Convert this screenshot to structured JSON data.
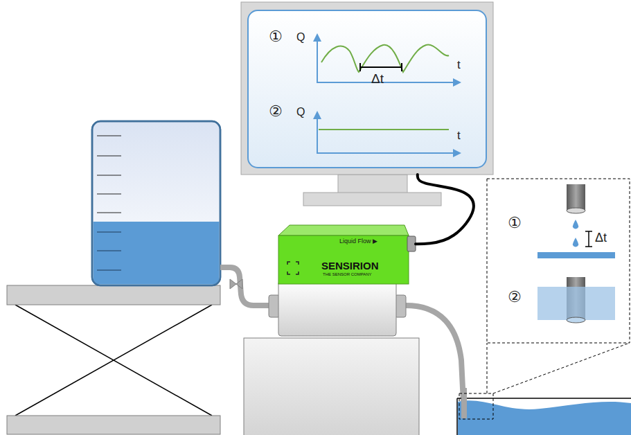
{
  "diagram": {
    "nodes": [
      {
        "text": [
          "①",
          "Q",
          "Δt",
          "t",
          "②",
          "Q",
          "t"
        ]
      },
      {
        "text": [
          "Liquid Flow ▶",
          "SENSIRION",
          "THE SENSOR COMPANY"
        ]
      },
      {
        "text": [
          "①",
          "Δt",
          "②"
        ]
      }
    ],
    "edges": [
      {
        "from": 0,
        "to": 1,
        "arrow": "none"
      }
    ]
  }
}
